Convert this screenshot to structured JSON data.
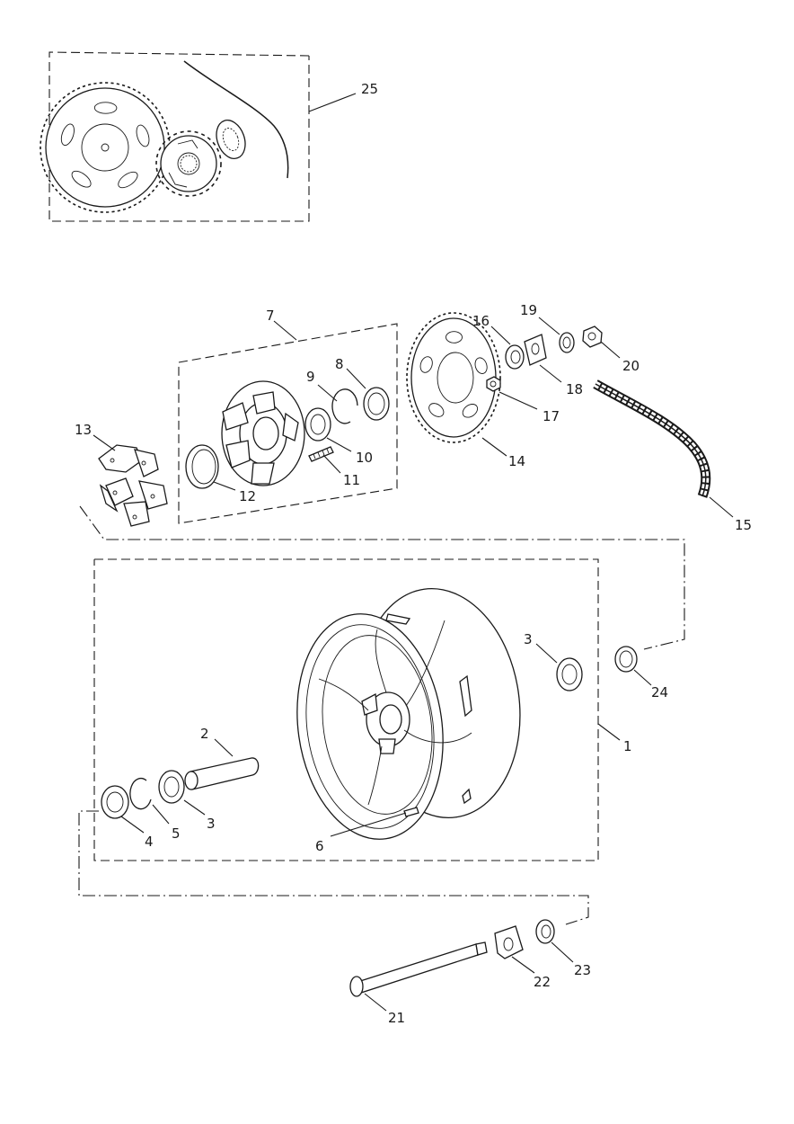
{
  "diagram": {
    "callouts": [
      {
        "id": "c1",
        "text": "1"
      },
      {
        "id": "c2",
        "text": "2"
      },
      {
        "id": "c3a",
        "text": "3"
      },
      {
        "id": "c3b",
        "text": "3"
      },
      {
        "id": "c4",
        "text": "4"
      },
      {
        "id": "c5",
        "text": "5"
      },
      {
        "id": "c6",
        "text": "6"
      },
      {
        "id": "c7",
        "text": "7"
      },
      {
        "id": "c8",
        "text": "8"
      },
      {
        "id": "c9",
        "text": "9"
      },
      {
        "id": "c10",
        "text": "10"
      },
      {
        "id": "c11",
        "text": "11"
      },
      {
        "id": "c12",
        "text": "12"
      },
      {
        "id": "c13",
        "text": "13"
      },
      {
        "id": "c14",
        "text": "14"
      },
      {
        "id": "c15",
        "text": "15"
      },
      {
        "id": "c16",
        "text": "16"
      },
      {
        "id": "c17",
        "text": "17"
      },
      {
        "id": "c18",
        "text": "18"
      },
      {
        "id": "c19",
        "text": "19"
      },
      {
        "id": "c20",
        "text": "20"
      },
      {
        "id": "c21",
        "text": "21"
      },
      {
        "id": "c22",
        "text": "22"
      },
      {
        "id": "c23",
        "text": "23"
      },
      {
        "id": "c24",
        "text": "24"
      },
      {
        "id": "c25",
        "text": "25"
      }
    ]
  }
}
